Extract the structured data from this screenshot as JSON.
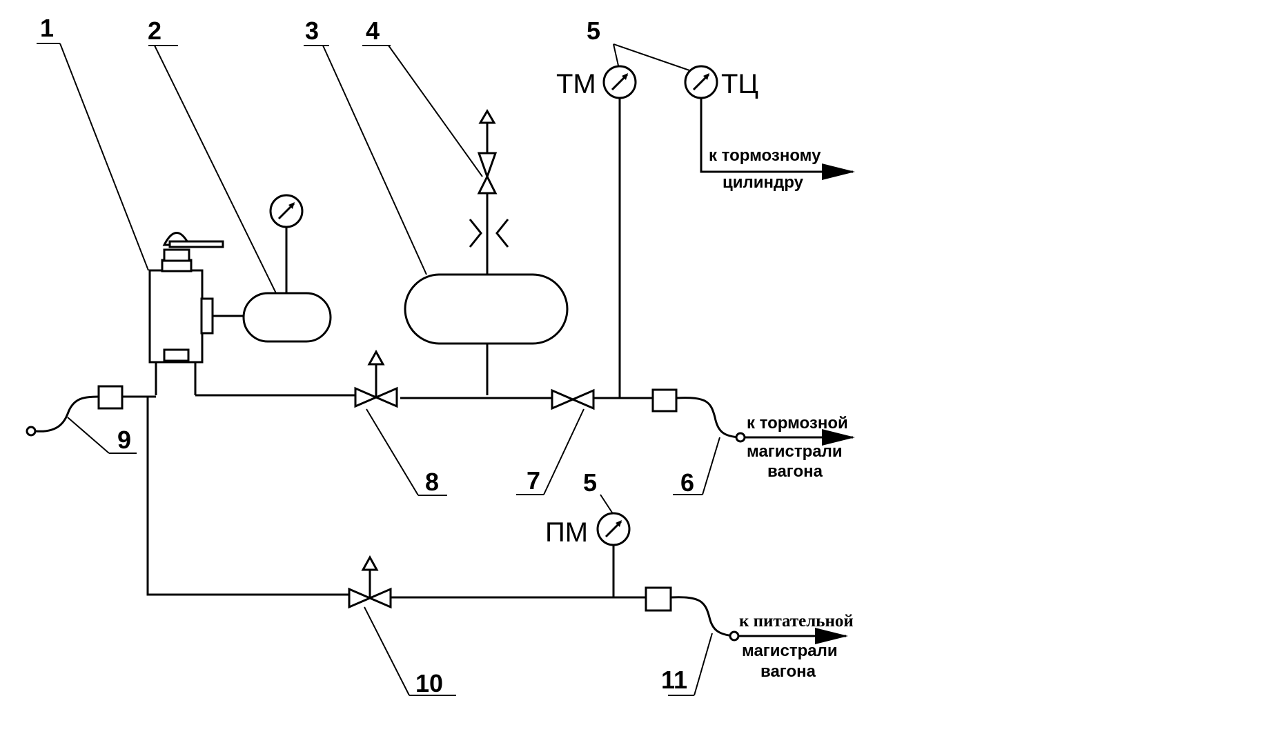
{
  "callouts": {
    "n1": "1",
    "n2": "2",
    "n3": "3",
    "n4": "4",
    "n5_top": "5",
    "n5_bottom": "5",
    "n6": "6",
    "n7": "7",
    "n8": "8",
    "n9": "9",
    "n10": "10",
    "n11": "11"
  },
  "gauges": {
    "tm": "ТМ",
    "tc": "ТЦ",
    "pm": "ПМ"
  },
  "notes": {
    "cylinder_line1": "к тормозному",
    "cylinder_line2": "цилиндру",
    "brake_line1": "к тормозной",
    "brake_line2": "магистрали",
    "brake_line3": "вагона",
    "feed_line1": "к питательной",
    "feed_line2": "магистрали",
    "feed_line3": "вагона"
  }
}
